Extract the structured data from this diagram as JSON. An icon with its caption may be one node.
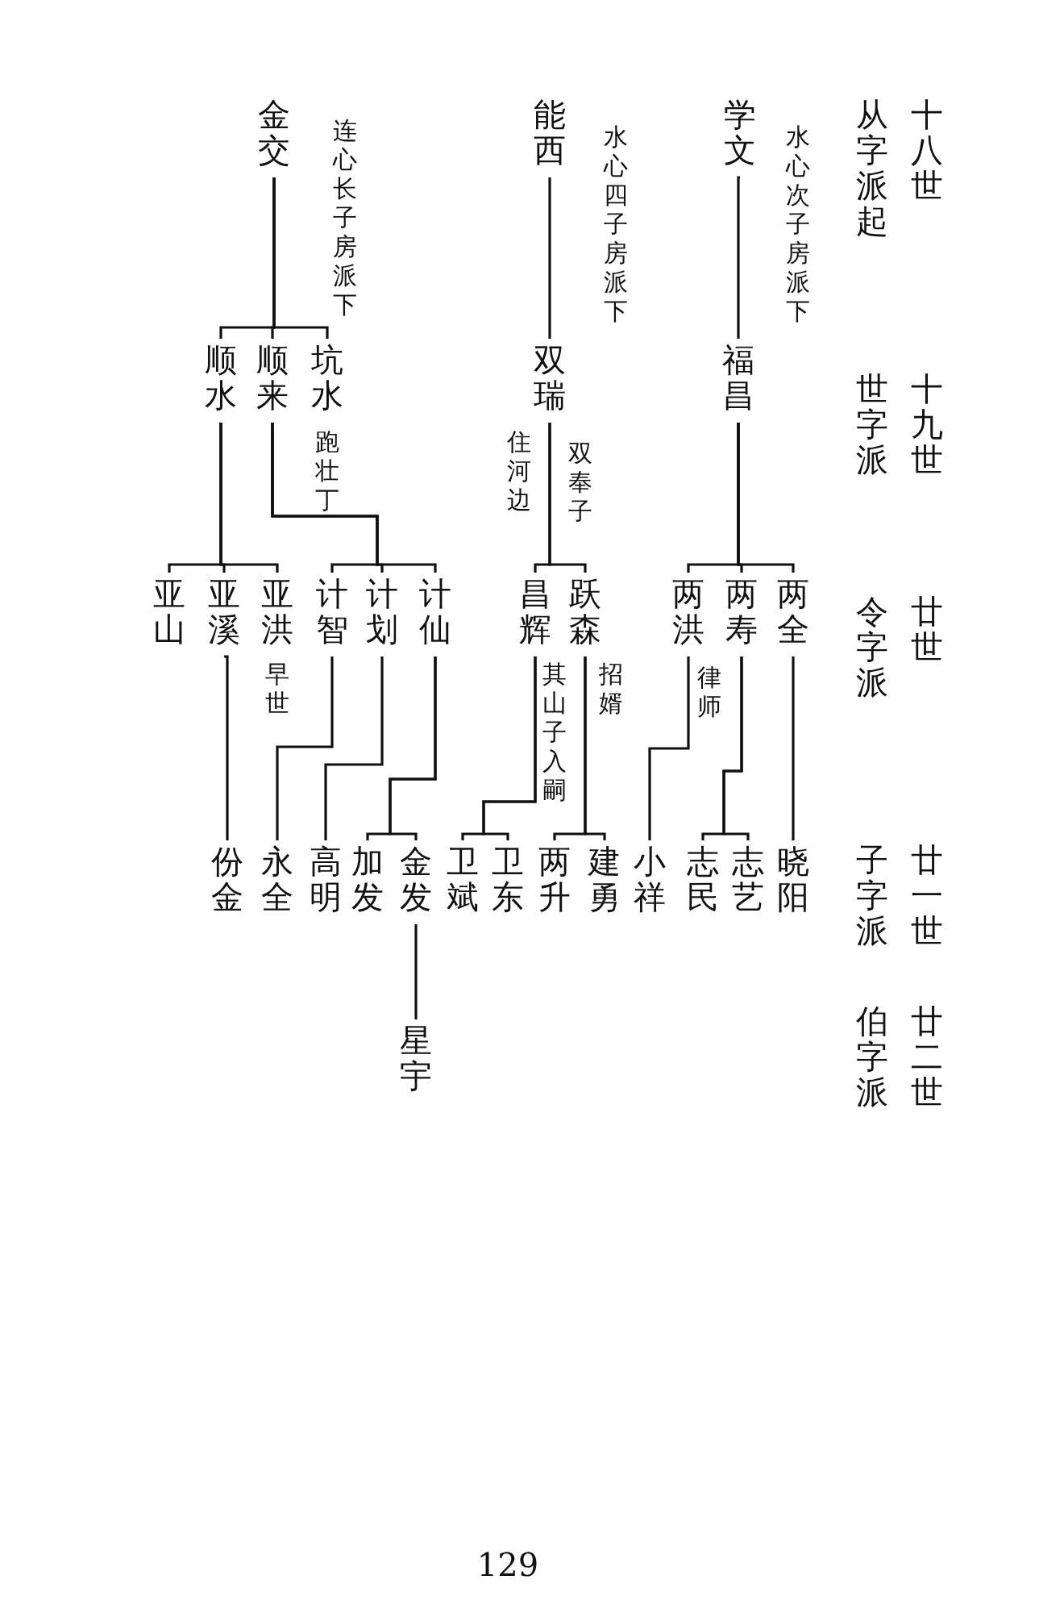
{
  "diagram": {
    "nodes": [
      {
        "text": [
          "金交"
        ],
        "beside": [
          "连心长子房派下"
        ]
      },
      {
        "text": [
          "能西"
        ],
        "beside": [
          "水心四子房派下"
        ]
      },
      {
        "text": [
          "学文"
        ],
        "beside": [
          "水心次子房派下"
        ]
      },
      {
        "text": [
          "顺水"
        ]
      },
      {
        "text": [
          "顺来"
        ]
      },
      {
        "text": [
          "坑水"
        ],
        "beside": [
          "跑壮丁"
        ]
      },
      {
        "text": [
          "双瑞"
        ],
        "beside": [
          "住河边",
          "双奉子"
        ]
      },
      {
        "text": [
          "福昌"
        ]
      },
      {
        "text": [
          "亚山"
        ]
      },
      {
        "text": [
          "亚溪"
        ]
      },
      {
        "text": [
          "亚洪"
        ],
        "beside": [
          "早世"
        ]
      },
      {
        "text": [
          "计智"
        ]
      },
      {
        "text": [
          "计划"
        ]
      },
      {
        "text": [
          "计仙"
        ]
      },
      {
        "text": [
          "昌辉"
        ],
        "beside": [
          "其山子入嗣"
        ]
      },
      {
        "text": [
          "跃森"
        ],
        "beside": [
          "招婿"
        ]
      },
      {
        "text": [
          "两洪"
        ],
        "beside": [
          "律师"
        ]
      },
      {
        "text": [
          "两寿"
        ]
      },
      {
        "text": [
          "两全"
        ]
      },
      {
        "text": [
          "份金"
        ]
      },
      {
        "text": [
          "永全"
        ]
      },
      {
        "text": [
          "高明"
        ]
      },
      {
        "text": [
          "加发"
        ]
      },
      {
        "text": [
          "金发"
        ]
      },
      {
        "text": [
          "卫斌"
        ]
      },
      {
        "text": [
          "卫东"
        ]
      },
      {
        "text": [
          "两升"
        ]
      },
      {
        "text": [
          "建勇"
        ]
      },
      {
        "text": [
          "小祥"
        ]
      },
      {
        "text": [
          "志民"
        ]
      },
      {
        "text": [
          "志艺"
        ]
      },
      {
        "text": [
          "晓阳"
        ]
      },
      {
        "text": [
          "星宇"
        ]
      }
    ],
    "edges": [
      {
        "from": 0,
        "to": 3,
        "arrow": "none"
      },
      {
        "from": 0,
        "to": 4,
        "arrow": "none"
      },
      {
        "from": 0,
        "to": 5,
        "arrow": "none"
      },
      {
        "from": 1,
        "to": 6,
        "arrow": "none"
      },
      {
        "from": 2,
        "to": 7,
        "arrow": "none"
      },
      {
        "from": 3,
        "to": 8,
        "arrow": "none"
      },
      {
        "from": 3,
        "to": 9,
        "arrow": "none"
      },
      {
        "from": 3,
        "to": 10,
        "arrow": "none"
      },
      {
        "from": 4,
        "to": 11,
        "arrow": "none"
      },
      {
        "from": 4,
        "to": 12,
        "arrow": "none"
      },
      {
        "from": 4,
        "to": 13,
        "arrow": "none"
      },
      {
        "from": 6,
        "to": 14,
        "arrow": "none"
      },
      {
        "from": 6,
        "to": 15,
        "arrow": "none"
      },
      {
        "from": 7,
        "to": 16,
        "arrow": "none"
      },
      {
        "from": 7,
        "to": 17,
        "arrow": "none"
      },
      {
        "from": 7,
        "to": 18,
        "arrow": "none"
      },
      {
        "from": 9,
        "to": 19,
        "arrow": "none"
      },
      {
        "from": 11,
        "to": 20,
        "arrow": "none"
      },
      {
        "from": 12,
        "to": 21,
        "arrow": "none"
      },
      {
        "from": 13,
        "to": 22,
        "arrow": "none"
      },
      {
        "from": 13,
        "to": 23,
        "arrow": "none"
      },
      {
        "from": 14,
        "to": 24,
        "arrow": "none"
      },
      {
        "from": 14,
        "to": 25,
        "arrow": "none"
      },
      {
        "from": 15,
        "to": 26,
        "arrow": "none"
      },
      {
        "from": 15,
        "to": 27,
        "arrow": "none"
      },
      {
        "from": 16,
        "to": 28,
        "arrow": "none"
      },
      {
        "from": 17,
        "to": 29,
        "arrow": "none"
      },
      {
        "from": 17,
        "to": 30,
        "arrow": "none"
      },
      {
        "from": 18,
        "to": 31,
        "arrow": "none"
      },
      {
        "from": 23,
        "to": 32,
        "arrow": "none"
      }
    ],
    "labels": [
      "十八世",
      "从字派起",
      "十九世",
      "世字派",
      "廿世",
      "令字派",
      "廿一世",
      "子字派",
      "廿二世",
      "伯字派",
      "129"
    ]
  }
}
